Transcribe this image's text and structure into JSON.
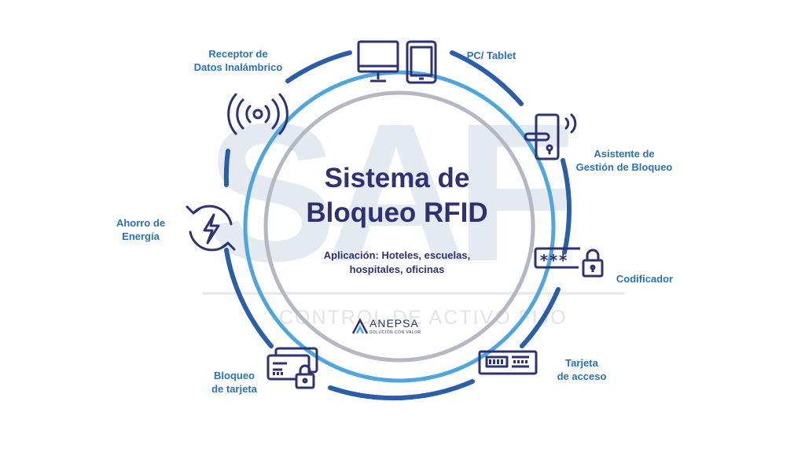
{
  "title": "Sistema de\nBloqueo RFID",
  "subtitle": "Aplicación: Hoteles, escuelas,\nhospitales, oficinas",
  "brand": {
    "name": "ANEPSA",
    "tagline": "SOLUCIÓN CON VALOR"
  },
  "watermark": {
    "big": "SAF",
    "sub": "CONTROL DE ACTIVO FIJO"
  },
  "items": [
    {
      "id": "receptor",
      "label": "Receptor de\nDatos Inalámbrico",
      "icon": "wireless-signal-icon"
    },
    {
      "id": "pc",
      "label": "PC/ Tablet",
      "icon": "monitor-tablet-icon"
    },
    {
      "id": "asistente",
      "label": "Asistente de\nGestión de Bloqueo",
      "icon": "door-handle-lock-icon"
    },
    {
      "id": "codificador",
      "label": "Codificador",
      "icon": "password-lock-icon"
    },
    {
      "id": "tarjeta",
      "label": "Tarjeta\nde acceso",
      "icon": "encoder-device-icon"
    },
    {
      "id": "bloqueo",
      "label": "Bloqueo\nde tarjeta",
      "icon": "card-lock-icon"
    },
    {
      "id": "ahorro",
      "label": "Ahorro de\nEnergía",
      "icon": "energy-cycle-icon"
    }
  ],
  "colors": {
    "navy": "#2e3272",
    "label_blue": "#2a73b9",
    "ring_outer": "#2a5ea8",
    "ring_inner": "#4fa6df",
    "ring_gray": "#b5b8c2",
    "watermark_blue": "#dbe9f3",
    "watermark_gray": "#e4e6ea"
  }
}
